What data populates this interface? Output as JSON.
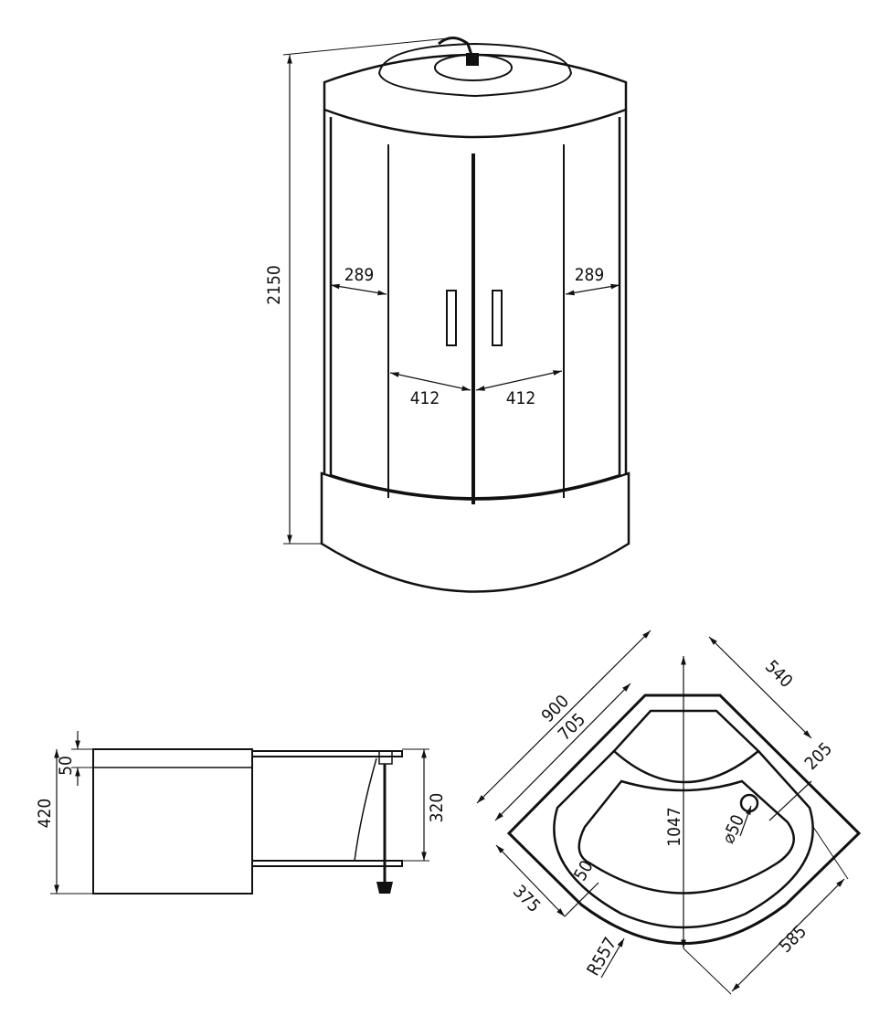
{
  "front_view": {
    "height": "2150",
    "side_panel_left": "289",
    "side_panel_right": "289",
    "door_left": "412",
    "door_right": "412"
  },
  "side_view": {
    "rim_height": "50",
    "total_height": "420",
    "tray_height": "320"
  },
  "plan_view": {
    "width": "900",
    "inner_width": "705",
    "side_length": "540",
    "drain_offset": "205",
    "diagonal": "1047",
    "drain_diameter": "⌀50",
    "rim_width": "50",
    "front_offset": "375",
    "radius": "R557",
    "front_length": "585"
  }
}
